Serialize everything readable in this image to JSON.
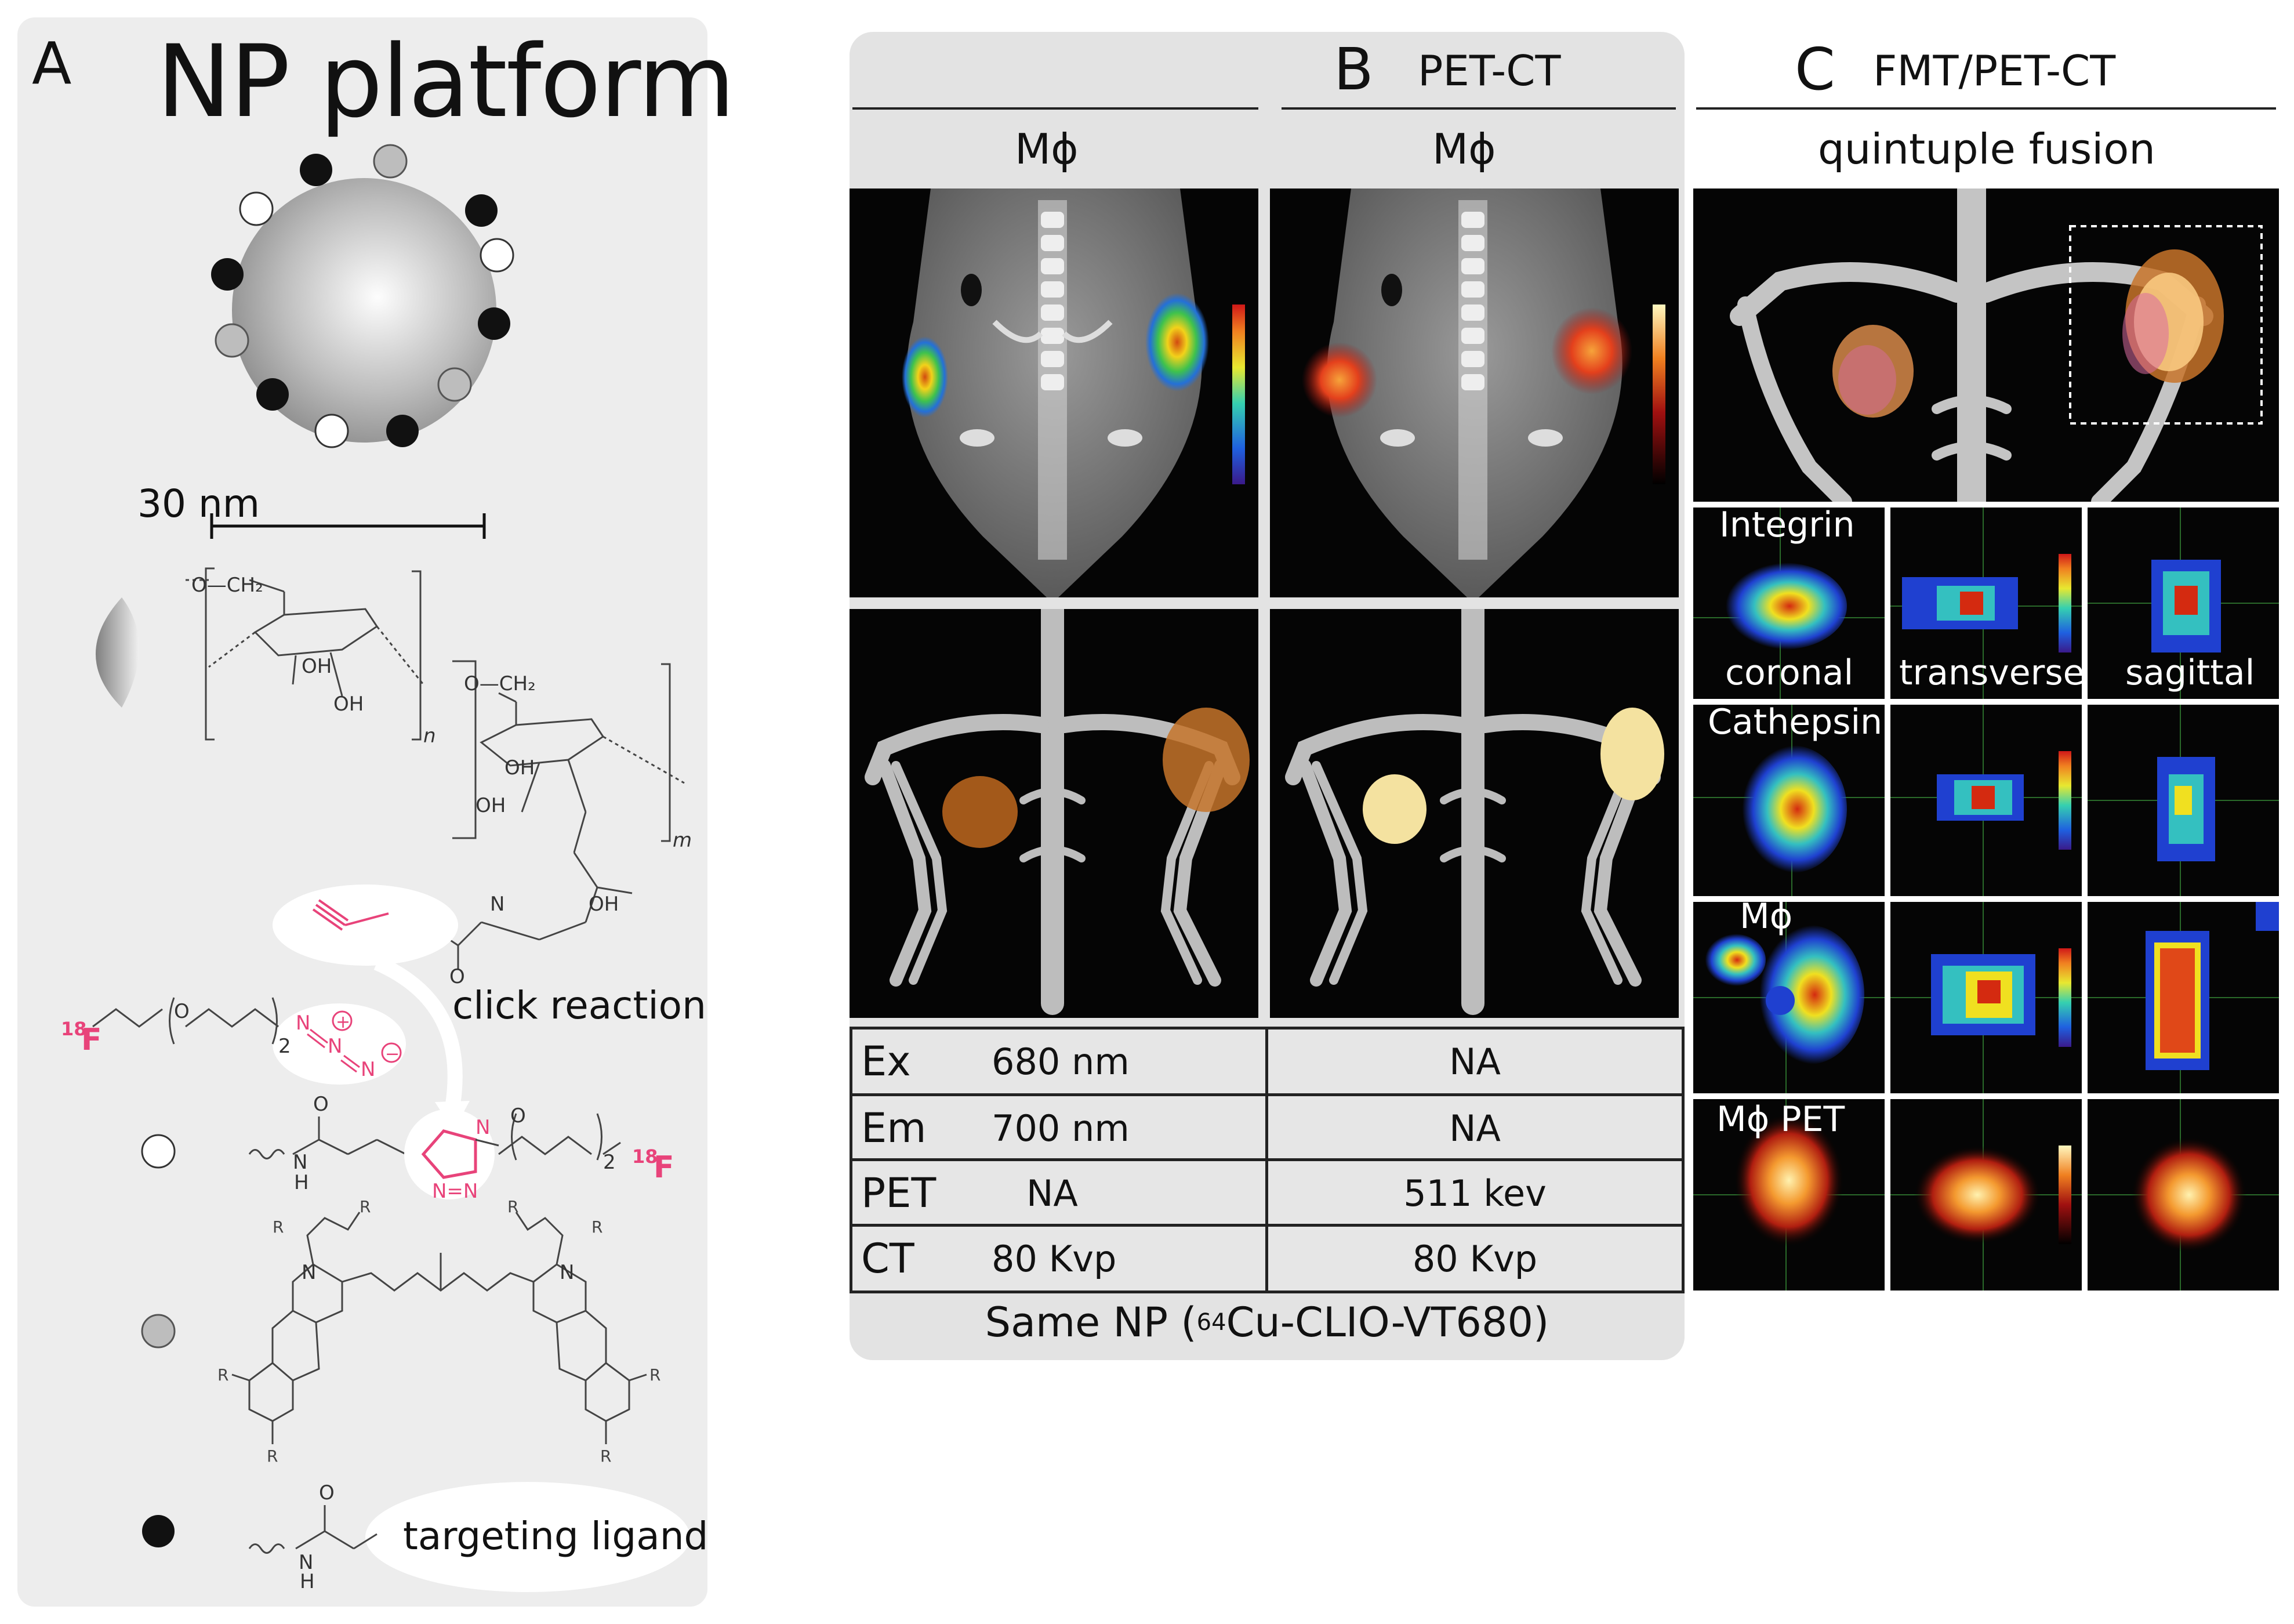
{
  "panel_a": {
    "letter": "A",
    "title": "NP platform",
    "scale_label": "30 nm",
    "chem": {
      "O_CH2": "O—CH₂",
      "OH": "OH",
      "n": "n",
      "m": "m",
      "N": "N",
      "H": "H",
      "O": "O",
      "R": "R",
      "F18_sup": "18",
      "F18_el": "F",
      "sub_2": "2",
      "azide_n": "N",
      "plus": "+",
      "minus": "−",
      "triazole_N": "N=N",
      "triazole_N1": "N"
    },
    "click_reaction": "click reaction",
    "targeting_ligand": "targeting ligand"
  },
  "panel_b": {
    "letter": "B",
    "title": "PET-CT",
    "col1_header": "Mϕ",
    "col2_header": "Mϕ",
    "table": [
      {
        "label": "Ex",
        "left": "680 nm",
        "right": "NA"
      },
      {
        "label": "Em",
        "left": "700 nm",
        "right": "NA"
      },
      {
        "label": "PET",
        "left": "NA",
        "right": "511 kev"
      },
      {
        "label": "CT",
        "left": "80 Kvp",
        "right": "80 Kvp"
      }
    ],
    "footer_pre": "Same NP (",
    "footer_sup": "64",
    "footer_post": "Cu-CLIO-VT680)"
  },
  "panel_c": {
    "letter": "C",
    "title": "FMT/PET-CT",
    "subtitle": "quintuple fusion",
    "rows": [
      {
        "label": "Integrin"
      },
      {
        "label": "Cathepsin"
      },
      {
        "label": "Mϕ"
      },
      {
        "label": "Mϕ PET"
      }
    ],
    "planes": [
      "coronal",
      "transverse",
      "sagittal"
    ]
  },
  "colors": {
    "pink": "#e8437a",
    "panel_bg": "#ededed",
    "orange_tumor": "#c8742a",
    "yellow_tumor": "#f4e2a0"
  }
}
